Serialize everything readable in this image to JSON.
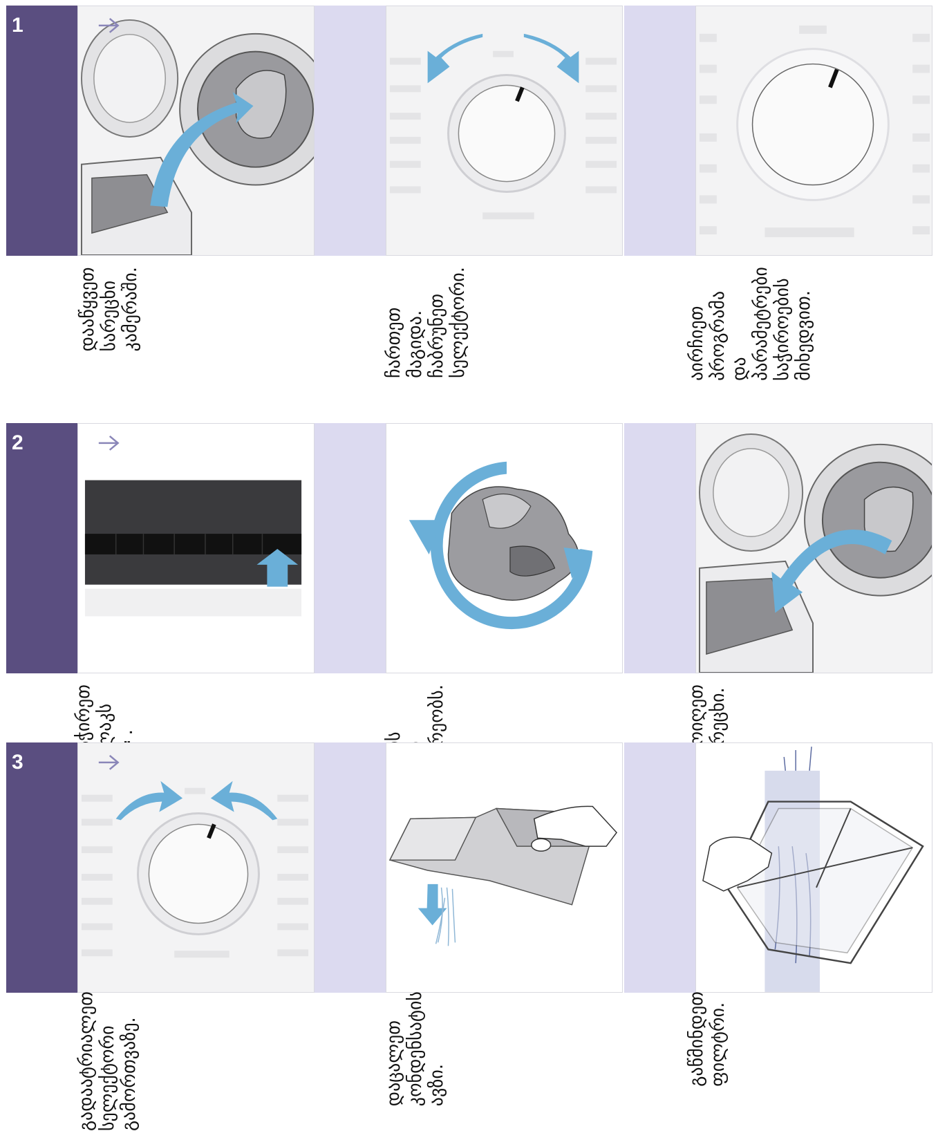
{
  "rows": [
    {
      "number": "1",
      "captions": [
        "დააწყვეთ\nსარეცხი\nკამერაში.",
        "ჩართეთ\nმაგიდა.\nჩაბრუნეთ\nსელექტორი.",
        "აირჩიეთ\nპროგრამა\nდა\nპარამეტრები\nსაჭიროების\nმიხედვით."
      ]
    },
    {
      "number": "2",
      "captions": [
        "დააჭირეთ\nღილაკს\n▷⏸.",
        "გაშრობის\nპროცესი\nმიმდინარეობს.",
        "ამოიღეთ\nსარეცხი."
      ]
    },
    {
      "number": "3",
      "captions": [
        "გადაატრიალეთ\nსელექტორი\nგამორთვაზე.",
        "დაცალეთ\nკონდენსატის\nავზი.",
        "გაწმინდეთ\nფილტრი."
      ]
    }
  ],
  "colors": {
    "row_bar": "#5a4e80",
    "panel_strip": "#dcdaf0",
    "arrow": "#6aafd8"
  }
}
